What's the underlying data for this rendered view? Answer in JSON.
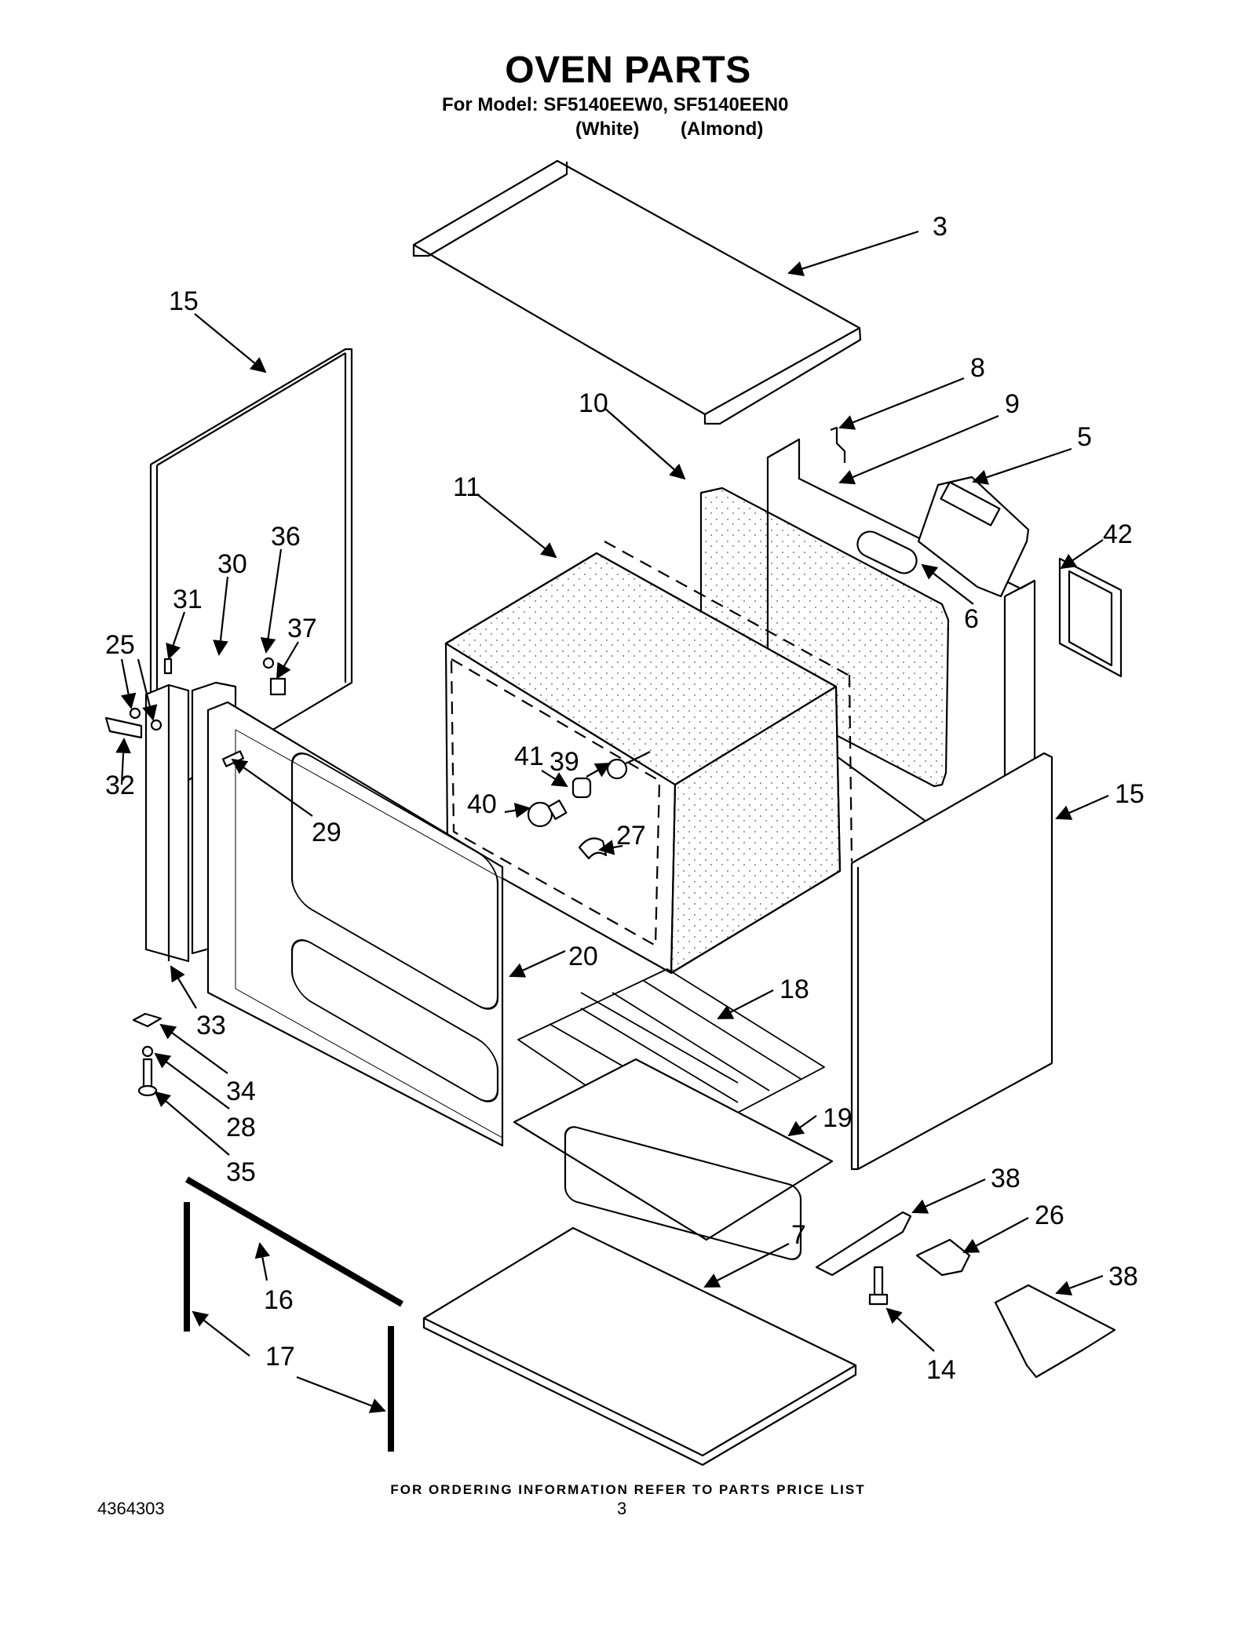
{
  "header": {
    "title": "OVEN PARTS",
    "model_line": "For Model: SF5140EEW0, SF5140EEN0",
    "variants": [
      "(White)",
      "(Almond)"
    ]
  },
  "callouts": [
    "3",
    "15",
    "8",
    "10",
    "9",
    "5",
    "11",
    "42",
    "30",
    "36",
    "31",
    "37",
    "6",
    "25",
    "32",
    "39",
    "41",
    "29",
    "40",
    "27",
    "15",
    "20",
    "33",
    "18",
    "34",
    "28",
    "19",
    "35",
    "38",
    "7",
    "26",
    "38",
    "16",
    "14",
    "17"
  ],
  "footer": {
    "ordering_note": "FOR ORDERING INFORMATION REFER TO PARTS PRICE LIST",
    "document_number": "4364303",
    "page_number": "3"
  }
}
